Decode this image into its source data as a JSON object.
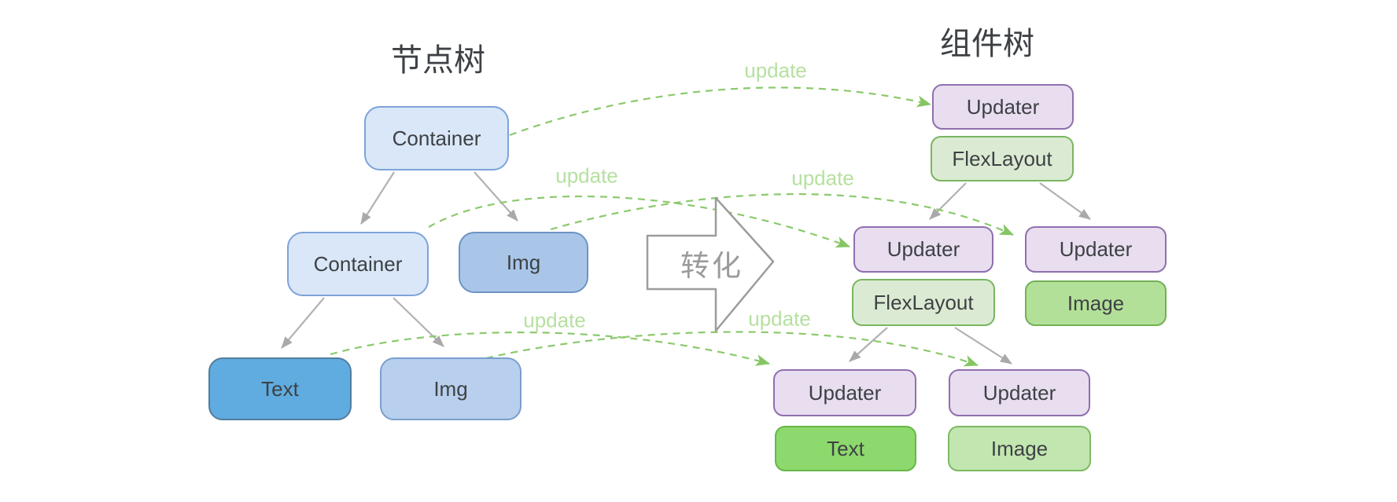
{
  "left_tree": {
    "title": "节点树",
    "nodes": [
      {
        "label": "Container"
      },
      {
        "label": "Container"
      },
      {
        "label": "Img"
      },
      {
        "label": "Text"
      },
      {
        "label": "Img"
      }
    ]
  },
  "right_tree": {
    "title": "组件树",
    "nodes": [
      {
        "label": "Updater"
      },
      {
        "label": "FlexLayout"
      },
      {
        "label": "Updater"
      },
      {
        "label": "FlexLayout"
      },
      {
        "label": "Updater"
      },
      {
        "label": "Image"
      },
      {
        "label": "Updater"
      },
      {
        "label": "Text"
      },
      {
        "label": "Updater"
      },
      {
        "label": "Image"
      }
    ]
  },
  "transform_arrow": {
    "label": "转化"
  },
  "update_edges": [
    {
      "label": "update"
    },
    {
      "label": "update"
    },
    {
      "label": "update"
    },
    {
      "label": "update"
    },
    {
      "label": "update"
    }
  ],
  "colors": {
    "background": "#ffffff",
    "node_text": "#3e4144",
    "container_fill": "#d9e7f8",
    "container_border": "#7ea3d9",
    "img_fill": "#a9c6e9",
    "img_leaf_fill": "#b8cfed",
    "text_node_fill": "#60ace0",
    "updater_fill": "#e8def0",
    "updater_border": "#8f6fae",
    "flexlayout_fill": "#dbebd3",
    "image_mid_fill": "#b3e098",
    "text_component_fill": "#8dd96d",
    "image_bottom_fill": "#c2e6b0",
    "green_border": "#72b156",
    "update_curve": "#8bc96d",
    "update_label_text": "#b6e0a0",
    "tree_edge_gray": "#b2b2b2",
    "transform_arrow_stroke": "#9c9c9c",
    "transform_label_text": "#9b9b9b"
  }
}
